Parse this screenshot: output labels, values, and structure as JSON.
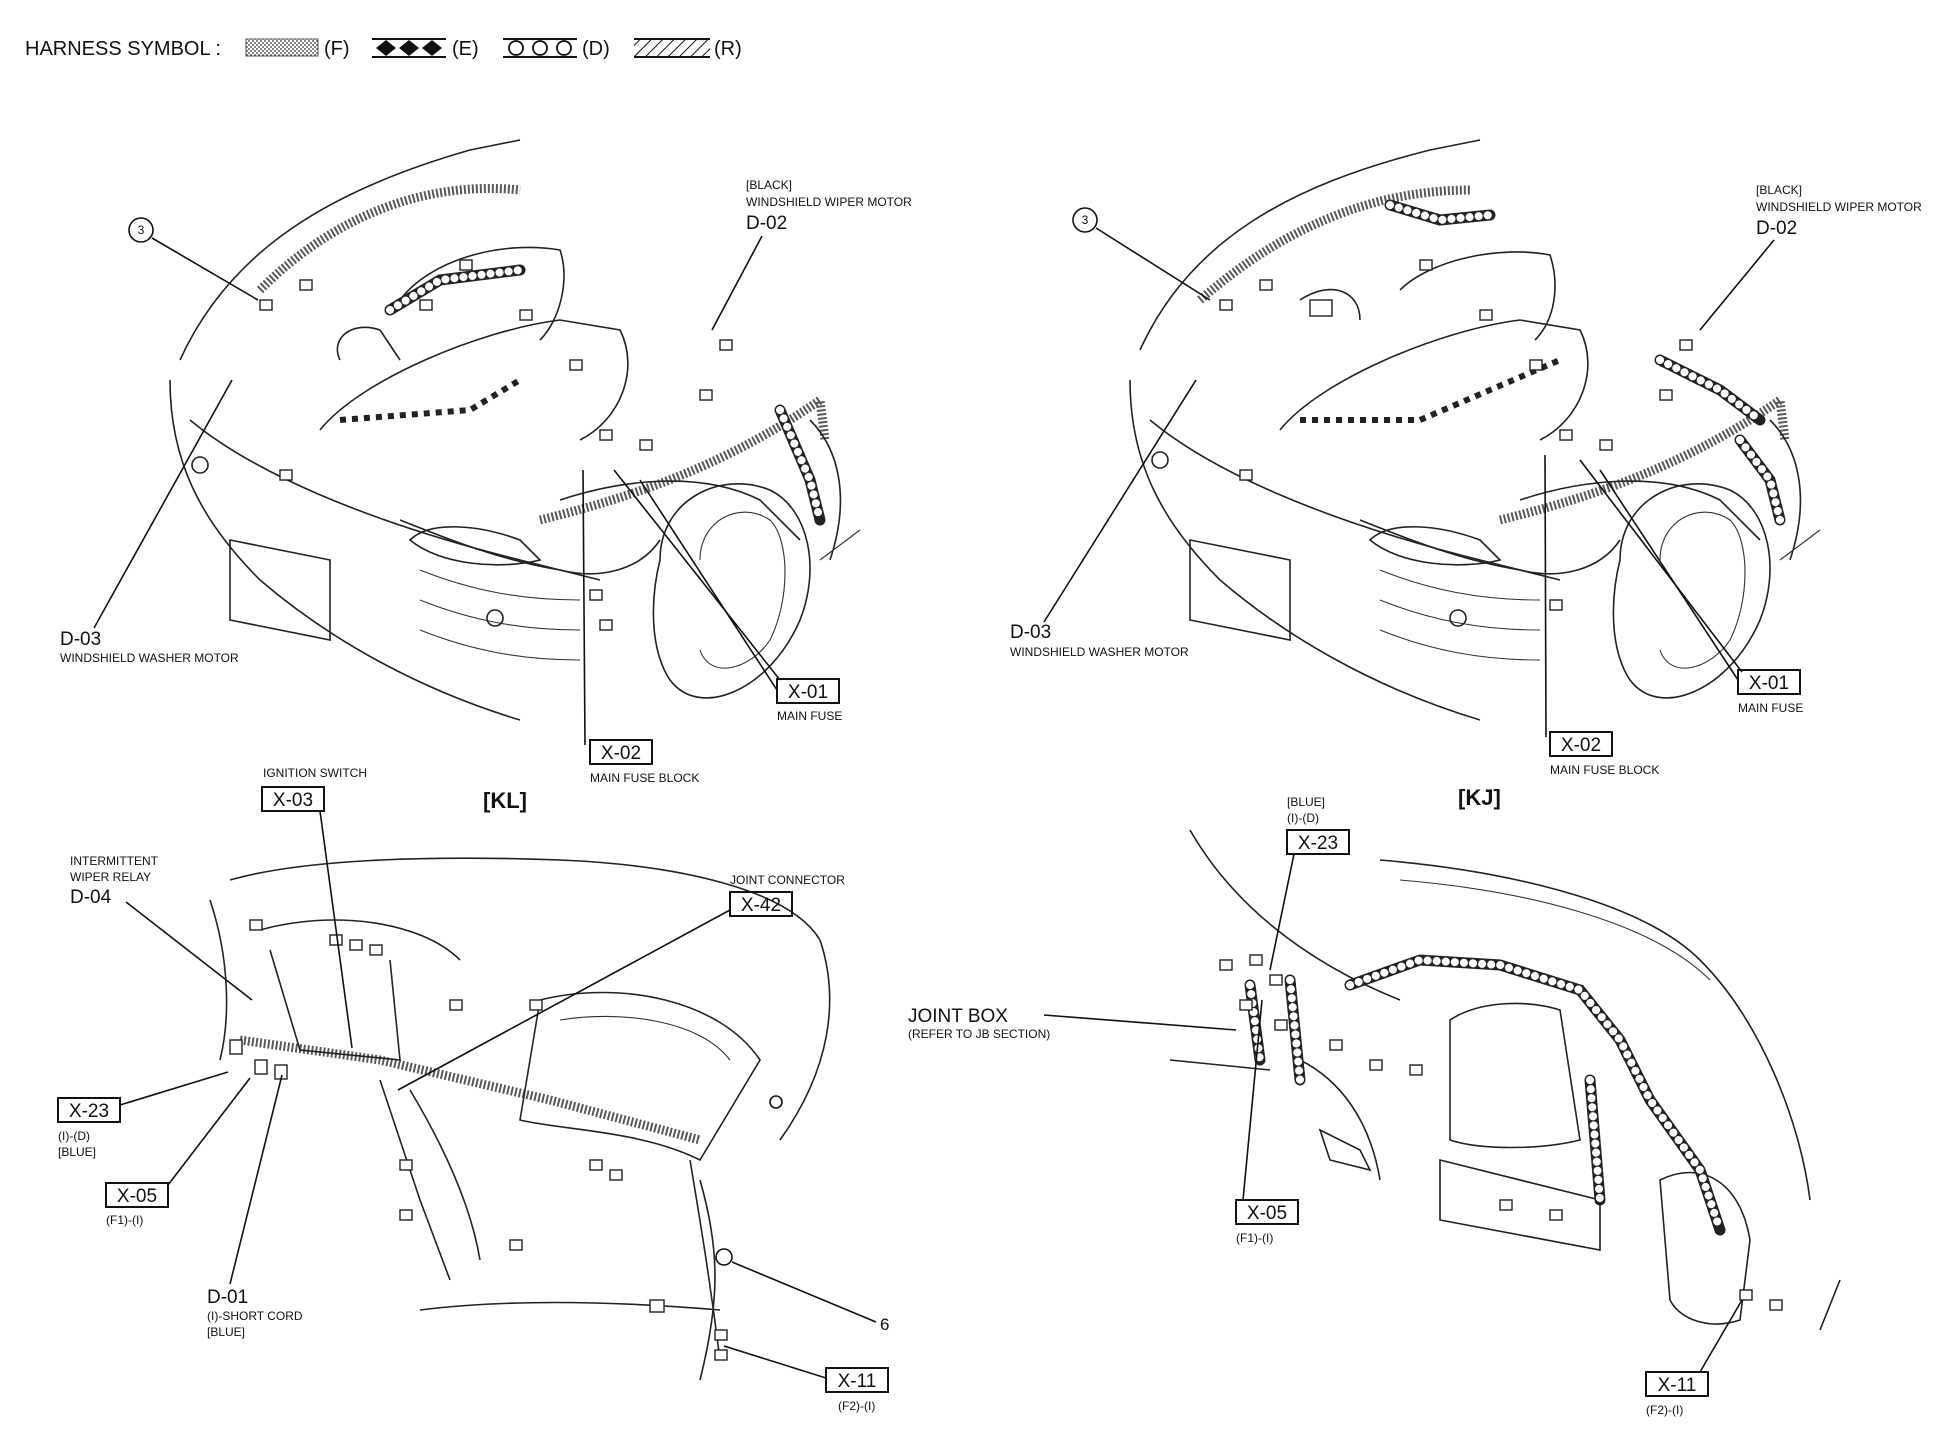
{
  "legend": {
    "title": "HARNESS SYMBOL :",
    "items": [
      {
        "code": "(F)",
        "pattern": "dotted-shade"
      },
      {
        "code": "(E)",
        "pattern": "diamonds"
      },
      {
        "code": "(D)",
        "pattern": "circles"
      },
      {
        "code": "(R)",
        "pattern": "hatch"
      }
    ]
  },
  "panels": {
    "kl_engine": {
      "ref3": "3",
      "d02_note": "[BLACK]",
      "d02_name": "WINDSHIELD WIPER MOTOR",
      "d02_code": "D-02",
      "d03_code": "D-03",
      "d03_name": "WINDSHIELD WASHER MOTOR",
      "x01_code": "X-01",
      "x01_name": "MAIN FUSE",
      "x02_code": "X-02",
      "x02_name": "MAIN FUSE BLOCK",
      "section": "[KL]"
    },
    "kj_engine": {
      "ref3": "3",
      "d02_note": "[BLACK]",
      "d02_name": "WINDSHIELD WIPER MOTOR",
      "d02_code": "D-02",
      "d03_code": "D-03",
      "d03_name": "WINDSHIELD WASHER MOTOR",
      "x01_code": "X-01",
      "x01_name": "MAIN FUSE",
      "x02_code": "X-02",
      "x02_name": "MAIN FUSE BLOCK",
      "section": "[KJ]"
    },
    "kl_dash": {
      "x03_name": "IGNITION SWITCH",
      "x03_code": "X-03",
      "d04_name1": "INTERMITTENT",
      "d04_name2": "WIPER RELAY",
      "d04_code": "D-04",
      "x42_name": "JOINT CONNECTOR",
      "x42_code": "X-42",
      "x23_code": "X-23",
      "x23_sub1": "(I)-(D)",
      "x23_sub2": "[BLUE]",
      "x05_code": "X-05",
      "x05_sub": "(F1)-(I)",
      "d01_code": "D-01",
      "d01_sub1": "(I)-SHORT CORD",
      "d01_sub2": "[BLUE]",
      "ref6": "6",
      "x11_code": "X-11",
      "x11_sub": "(F2)-(I)"
    },
    "kj_dash": {
      "x23_note1": "[BLUE]",
      "x23_note2": "(I)-(D)",
      "x23_code": "X-23",
      "jb_name": "JOINT BOX",
      "jb_sub": "(REFER TO JB SECTION)",
      "x05_code": "X-05",
      "x05_sub": "(F1)-(I)",
      "x11_code": "X-11",
      "x11_sub": "(F2)-(I)"
    }
  }
}
